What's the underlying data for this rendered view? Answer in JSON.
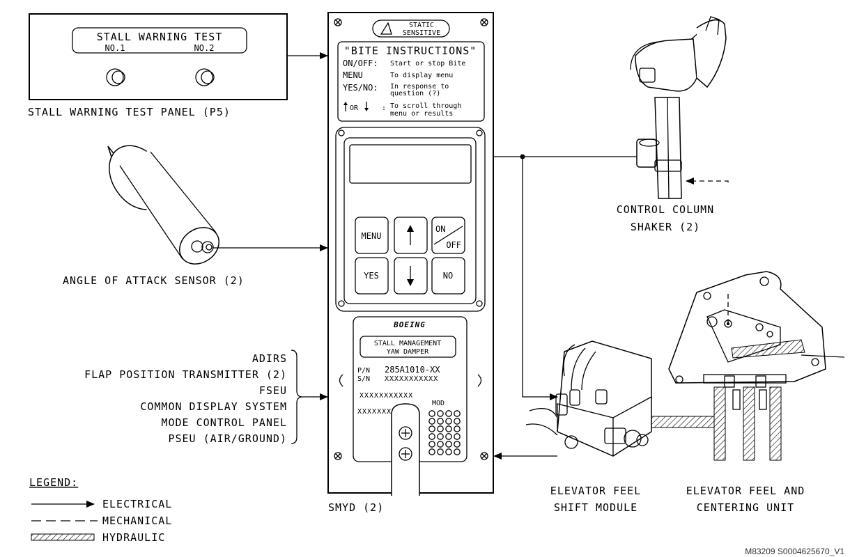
{
  "stall_panel": {
    "title": "STALL WARNING TEST",
    "no1": "NO.1",
    "no2": "NO.2",
    "caption": "STALL WARNING TEST PANEL (P5)"
  },
  "aoa_sensor": {
    "caption": "ANGLE OF ATTACK SENSOR (2)"
  },
  "inputs": [
    "ADIRS",
    "FLAP POSITION TRANSMITTER (2)",
    "FSEU",
    "COMMON DISPLAY SYSTEM",
    "MODE CONTROL PANEL",
    "PSEU (AIR/GROUND)"
  ],
  "smyd": {
    "caption": "SMYD (2)",
    "static_line1": "STATIC",
    "static_line2": "SENSITIVE",
    "bite_title": "\"BITE INSTRUCTIONS\"",
    "bite_rows": [
      {
        "key": "ON/OFF:",
        "desc1": "Start or stop Bite",
        "desc2": ""
      },
      {
        "key": "MENU",
        "desc1": "To display menu",
        "desc2": ""
      },
      {
        "key": "YES/NO:",
        "desc1": "In response to",
        "desc2": "question (?)"
      },
      {
        "key": "OR",
        "desc1": "To scroll through",
        "desc2": "menu or results"
      }
    ],
    "buttons": {
      "menu": "MENU",
      "on": "ON",
      "off": "OFF",
      "yes": "YES",
      "no": "NO"
    },
    "brand": "BOEING",
    "plate_line1": "STALL MANAGEMENT",
    "plate_line2": "YAW DAMPER",
    "pn_label": "P/N",
    "pn_value": "285A1010-XX",
    "sn_label": "S/N",
    "sn_value": "XXXXXXXXXXX",
    "code1": "XXXXXXXXXXX",
    "code2": "XXXXXXXXXXXX",
    "mod_label": "MOD"
  },
  "shaker": {
    "line1": "CONTROL COLUMN",
    "line2": "SHAKER (2)"
  },
  "feel_shift": {
    "line1": "ELEVATOR FEEL",
    "line2": "SHIFT MODULE"
  },
  "feel_centering": {
    "line1": "ELEVATOR FEEL AND",
    "line2": "CENTERING UNIT"
  },
  "legend": {
    "title": "LEGEND:",
    "electrical": "ELECTRICAL",
    "mechanical": "MECHANICAL",
    "hydraulic": "HYDRAULIC"
  },
  "figure_id": "M83209 S0004625670_V1"
}
